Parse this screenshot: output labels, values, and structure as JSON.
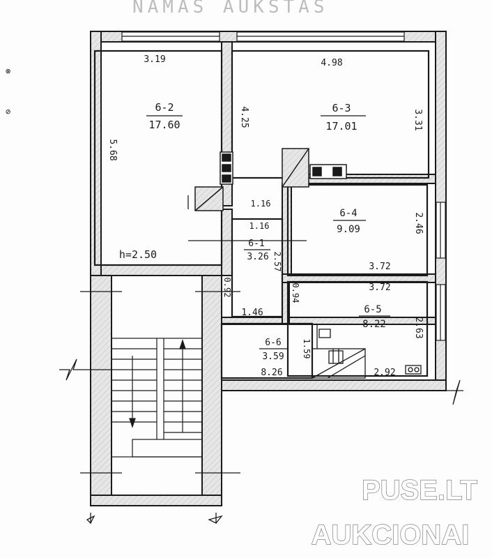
{
  "header_text": "NAMAS AUKŠTAS",
  "rooms": [
    {
      "id": "6-2",
      "area": "17.60"
    },
    {
      "id": "6-3",
      "area": "17.01"
    },
    {
      "id": "6-4",
      "area": "9.09"
    },
    {
      "id": "6-1",
      "area": "3.26"
    },
    {
      "id": "6-5",
      "area": "8.22"
    },
    {
      "id": "6-6",
      "area": "3.59"
    }
  ],
  "dimensions": {
    "r62_width": "3.19",
    "r62_height": "5.68",
    "ceiling": "h=2.50",
    "r63_width": "4.98",
    "r63_left": "4.25",
    "r63_right": "3.31",
    "hall_a": "1.16",
    "hall_b": "1.16",
    "r64_height": "2.46",
    "r64_bottom": "3.72",
    "r61_side": "2.57",
    "small_a": "0.92",
    "small_b": "0.94",
    "hall_bottom": "1.46",
    "r65_top": "3.72",
    "r65_right": "2.63",
    "r65_bottom": "2.92",
    "r66_side": "1.59",
    "r66_bottom": "8.26"
  },
  "watermark": {
    "line1": "PUSE.LT",
    "line2": "AUKCIONAI"
  },
  "colors": {
    "ink": "#1a1a1a",
    "wall_fill": "#e2e2e2",
    "paper": "#fdfdfd"
  }
}
